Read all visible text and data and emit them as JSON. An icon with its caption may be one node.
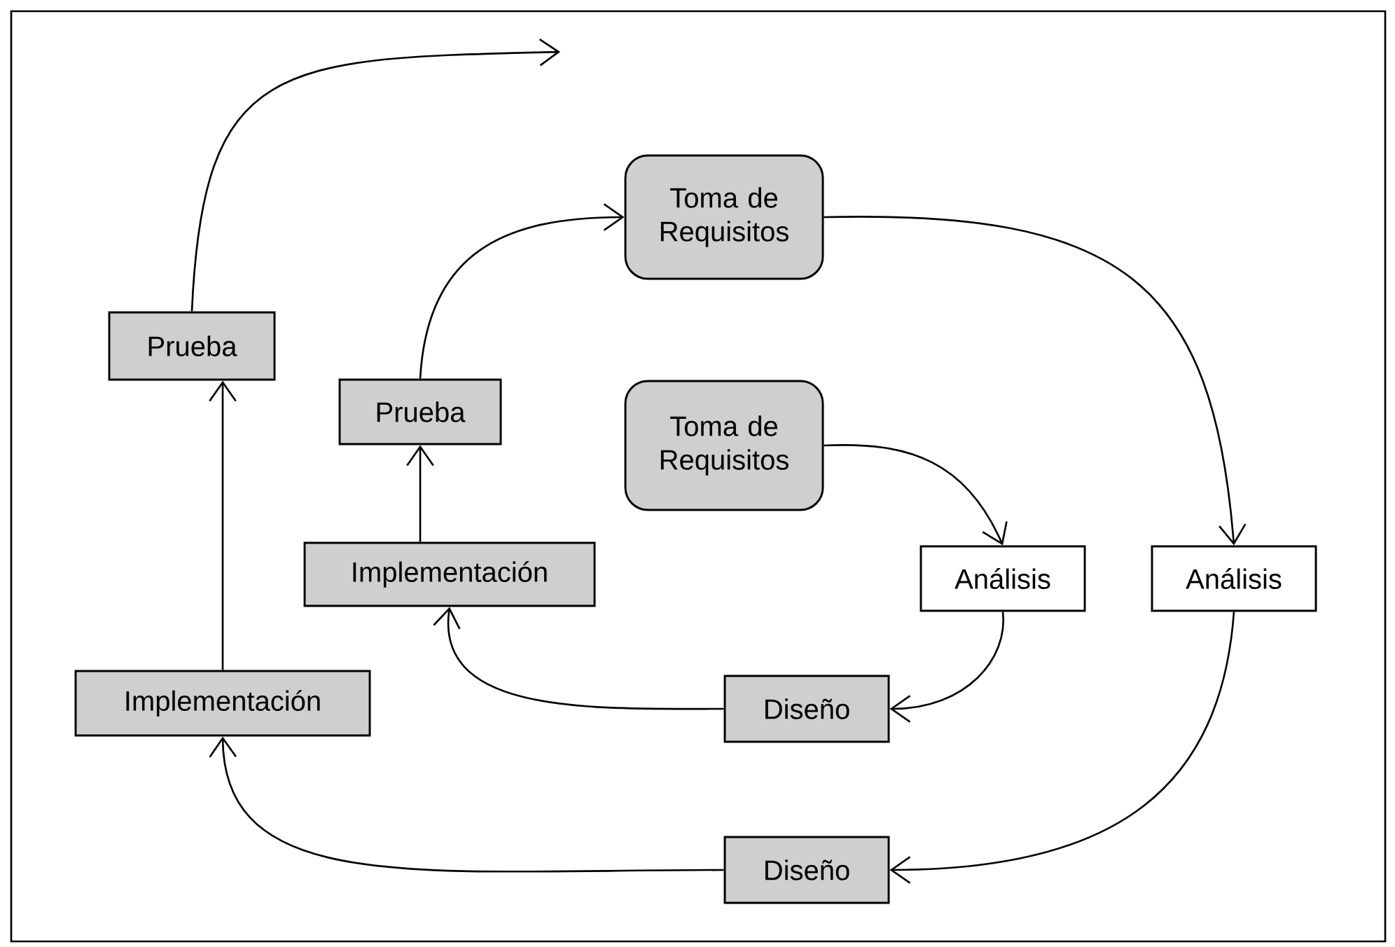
{
  "diagram": {
    "nodes": [
      {
        "text": [
          "Toma de Requisitos"
        ]
      },
      {
        "text": [
          "Toma de Requisitos"
        ]
      },
      {
        "text": [
          "Prueba"
        ]
      },
      {
        "text": [
          "Prueba"
        ]
      },
      {
        "text": [
          "Implementación"
        ]
      },
      {
        "text": [
          "Análisis"
        ]
      },
      {
        "text": [
          "Análisis"
        ]
      },
      {
        "text": [
          "Implementación"
        ]
      },
      {
        "text": [
          "Diseño"
        ]
      },
      {
        "text": [
          "Diseño"
        ]
      }
    ],
    "edges": [
      {
        "from": 0,
        "to": 6,
        "arrow": "to"
      },
      {
        "from": 6,
        "to": 9,
        "arrow": "to"
      },
      {
        "from": 9,
        "to": 7,
        "arrow": "to"
      },
      {
        "from": 7,
        "to": 2,
        "arrow": "to"
      },
      {
        "from": 2,
        "to": null,
        "arrow": "to"
      },
      {
        "from": 1,
        "to": 5,
        "arrow": "to"
      },
      {
        "from": 5,
        "to": 8,
        "arrow": "to"
      },
      {
        "from": 8,
        "to": 4,
        "arrow": "to"
      },
      {
        "from": 4,
        "to": 3,
        "arrow": "to"
      },
      {
        "from": 3,
        "to": 0,
        "arrow": "to"
      }
    ]
  }
}
